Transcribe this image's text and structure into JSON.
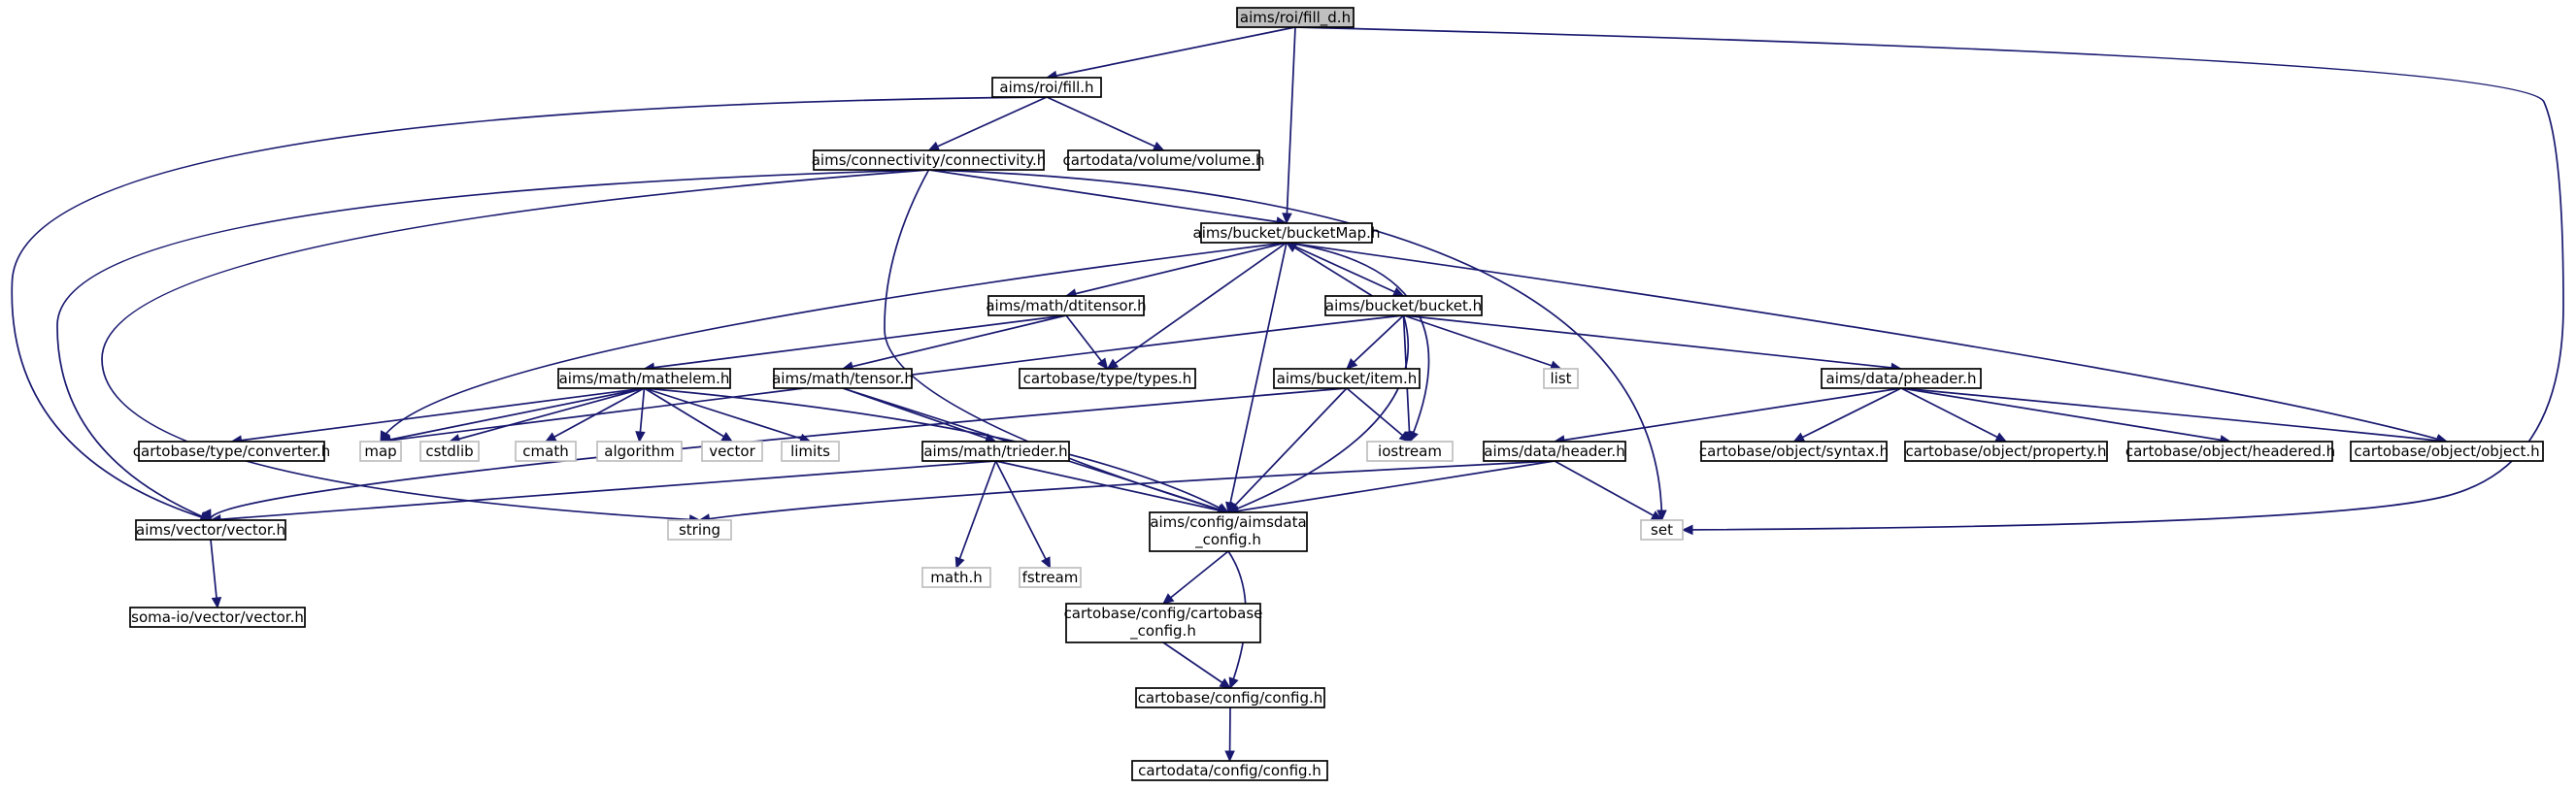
{
  "nodes": [
    {
      "id": "fill_d",
      "lines": [
        "aims/roi/fill_d.h"
      ],
      "kind": "focus"
    },
    {
      "id": "fill",
      "lines": [
        "aims/roi/fill.h"
      ],
      "kind": "plain"
    },
    {
      "id": "connectivity",
      "lines": [
        "aims/connectivity/connectivity.h"
      ],
      "kind": "plain"
    },
    {
      "id": "volume",
      "lines": [
        "cartodata/volume/volume.h"
      ],
      "kind": "plain"
    },
    {
      "id": "bucketMap",
      "lines": [
        "aims/bucket/bucketMap.h"
      ],
      "kind": "plain"
    },
    {
      "id": "dtitensor",
      "lines": [
        "aims/math/dtitensor.h"
      ],
      "kind": "plain"
    },
    {
      "id": "bucket",
      "lines": [
        "aims/bucket/bucket.h"
      ],
      "kind": "plain"
    },
    {
      "id": "mathelem",
      "lines": [
        "aims/math/mathelem.h"
      ],
      "kind": "plain"
    },
    {
      "id": "tensor",
      "lines": [
        "aims/math/tensor.h"
      ],
      "kind": "plain"
    },
    {
      "id": "types",
      "lines": [
        "cartobase/type/types.h"
      ],
      "kind": "plain"
    },
    {
      "id": "item",
      "lines": [
        "aims/bucket/item.h"
      ],
      "kind": "plain"
    },
    {
      "id": "list",
      "lines": [
        "list"
      ],
      "kind": "ext"
    },
    {
      "id": "pheader",
      "lines": [
        "aims/data/pheader.h"
      ],
      "kind": "plain"
    },
    {
      "id": "converter",
      "lines": [
        "cartobase/type/converter.h"
      ],
      "kind": "plain"
    },
    {
      "id": "map",
      "lines": [
        "map"
      ],
      "kind": "ext"
    },
    {
      "id": "cstdlib",
      "lines": [
        "cstdlib"
      ],
      "kind": "ext"
    },
    {
      "id": "cmath",
      "lines": [
        "cmath"
      ],
      "kind": "ext"
    },
    {
      "id": "algorithm",
      "lines": [
        "algorithm"
      ],
      "kind": "ext"
    },
    {
      "id": "vector",
      "lines": [
        "vector"
      ],
      "kind": "ext"
    },
    {
      "id": "limits",
      "lines": [
        "limits"
      ],
      "kind": "ext"
    },
    {
      "id": "trieder",
      "lines": [
        "aims/math/trieder.h"
      ],
      "kind": "plain"
    },
    {
      "id": "iostream",
      "lines": [
        "iostream"
      ],
      "kind": "ext"
    },
    {
      "id": "header",
      "lines": [
        "aims/data/header.h"
      ],
      "kind": "plain"
    },
    {
      "id": "syntax",
      "lines": [
        "cartobase/object/syntax.h"
      ],
      "kind": "plain"
    },
    {
      "id": "property",
      "lines": [
        "cartobase/object/property.h"
      ],
      "kind": "plain"
    },
    {
      "id": "headered",
      "lines": [
        "cartobase/object/headered.h"
      ],
      "kind": "plain"
    },
    {
      "id": "object",
      "lines": [
        "cartobase/object/object.h"
      ],
      "kind": "plain"
    },
    {
      "id": "vectorh",
      "lines": [
        "aims/vector/vector.h"
      ],
      "kind": "plain"
    },
    {
      "id": "string",
      "lines": [
        "string"
      ],
      "kind": "ext"
    },
    {
      "id": "mathh",
      "lines": [
        "math.h"
      ],
      "kind": "ext"
    },
    {
      "id": "fstream",
      "lines": [
        "fstream"
      ],
      "kind": "ext"
    },
    {
      "id": "aimsdata_config",
      "lines": [
        "aims/config/aimsdata",
        "_config.h"
      ],
      "kind": "plain"
    },
    {
      "id": "set",
      "lines": [
        "set"
      ],
      "kind": "ext"
    },
    {
      "id": "somavector",
      "lines": [
        "soma-io/vector/vector.h"
      ],
      "kind": "plain"
    },
    {
      "id": "cartobase_config",
      "lines": [
        "cartobase/config/cartobase",
        "_config.h"
      ],
      "kind": "plain"
    },
    {
      "id": "cb_config",
      "lines": [
        "cartobase/config/config.h"
      ],
      "kind": "plain"
    },
    {
      "id": "cd_config",
      "lines": [
        "cartodata/config/config.h"
      ],
      "kind": "plain"
    }
  ],
  "edges": [
    [
      "fill_d",
      "fill"
    ],
    [
      "fill_d",
      "bucketMap"
    ],
    [
      "fill_d",
      "set"
    ],
    [
      "fill",
      "vectorh"
    ],
    [
      "fill",
      "connectivity"
    ],
    [
      "fill",
      "volume"
    ],
    [
      "connectivity",
      "vectorh"
    ],
    [
      "connectivity",
      "string"
    ],
    [
      "connectivity",
      "aimsdata_config"
    ],
    [
      "connectivity",
      "bucketMap"
    ],
    [
      "connectivity",
      "set"
    ],
    [
      "bucketMap",
      "map"
    ],
    [
      "bucketMap",
      "dtitensor"
    ],
    [
      "bucketMap",
      "types"
    ],
    [
      "bucketMap",
      "aimsdata_config"
    ],
    [
      "bucketMap",
      "bucket"
    ],
    [
      "bucketMap",
      "iostream"
    ],
    [
      "bucketMap",
      "object"
    ],
    [
      "dtitensor",
      "mathelem"
    ],
    [
      "dtitensor",
      "tensor"
    ],
    [
      "dtitensor",
      "types"
    ],
    [
      "bucket",
      "bucketMap"
    ],
    [
      "bucket",
      "map"
    ],
    [
      "bucket",
      "item"
    ],
    [
      "bucket",
      "aimsdata_config"
    ],
    [
      "bucket",
      "iostream"
    ],
    [
      "bucket",
      "list"
    ],
    [
      "bucket",
      "pheader"
    ],
    [
      "mathelem",
      "converter"
    ],
    [
      "mathelem",
      "map"
    ],
    [
      "mathelem",
      "cstdlib"
    ],
    [
      "mathelem",
      "cmath"
    ],
    [
      "mathelem",
      "algorithm"
    ],
    [
      "mathelem",
      "vector"
    ],
    [
      "mathelem",
      "limits"
    ],
    [
      "mathelem",
      "aimsdata_config"
    ],
    [
      "tensor",
      "trieder"
    ],
    [
      "tensor",
      "aimsdata_config"
    ],
    [
      "item",
      "vectorh"
    ],
    [
      "item",
      "iostream"
    ],
    [
      "item",
      "aimsdata_config"
    ],
    [
      "pheader",
      "header"
    ],
    [
      "pheader",
      "syntax"
    ],
    [
      "pheader",
      "property"
    ],
    [
      "pheader",
      "headered"
    ],
    [
      "pheader",
      "object"
    ],
    [
      "trieder",
      "vectorh"
    ],
    [
      "trieder",
      "mathh"
    ],
    [
      "trieder",
      "fstream"
    ],
    [
      "trieder",
      "aimsdata_config"
    ],
    [
      "header",
      "string"
    ],
    [
      "header",
      "set"
    ],
    [
      "header",
      "aimsdata_config"
    ],
    [
      "vectorh",
      "somavector"
    ],
    [
      "aimsdata_config",
      "cartobase_config"
    ],
    [
      "aimsdata_config",
      "cb_config"
    ],
    [
      "cartobase_config",
      "cb_config"
    ],
    [
      "cb_config",
      "cd_config"
    ]
  ],
  "colors": {
    "edge": "#191970",
    "focus_fill": "#bfbfbf",
    "external_border": "#bfbfbf"
  }
}
